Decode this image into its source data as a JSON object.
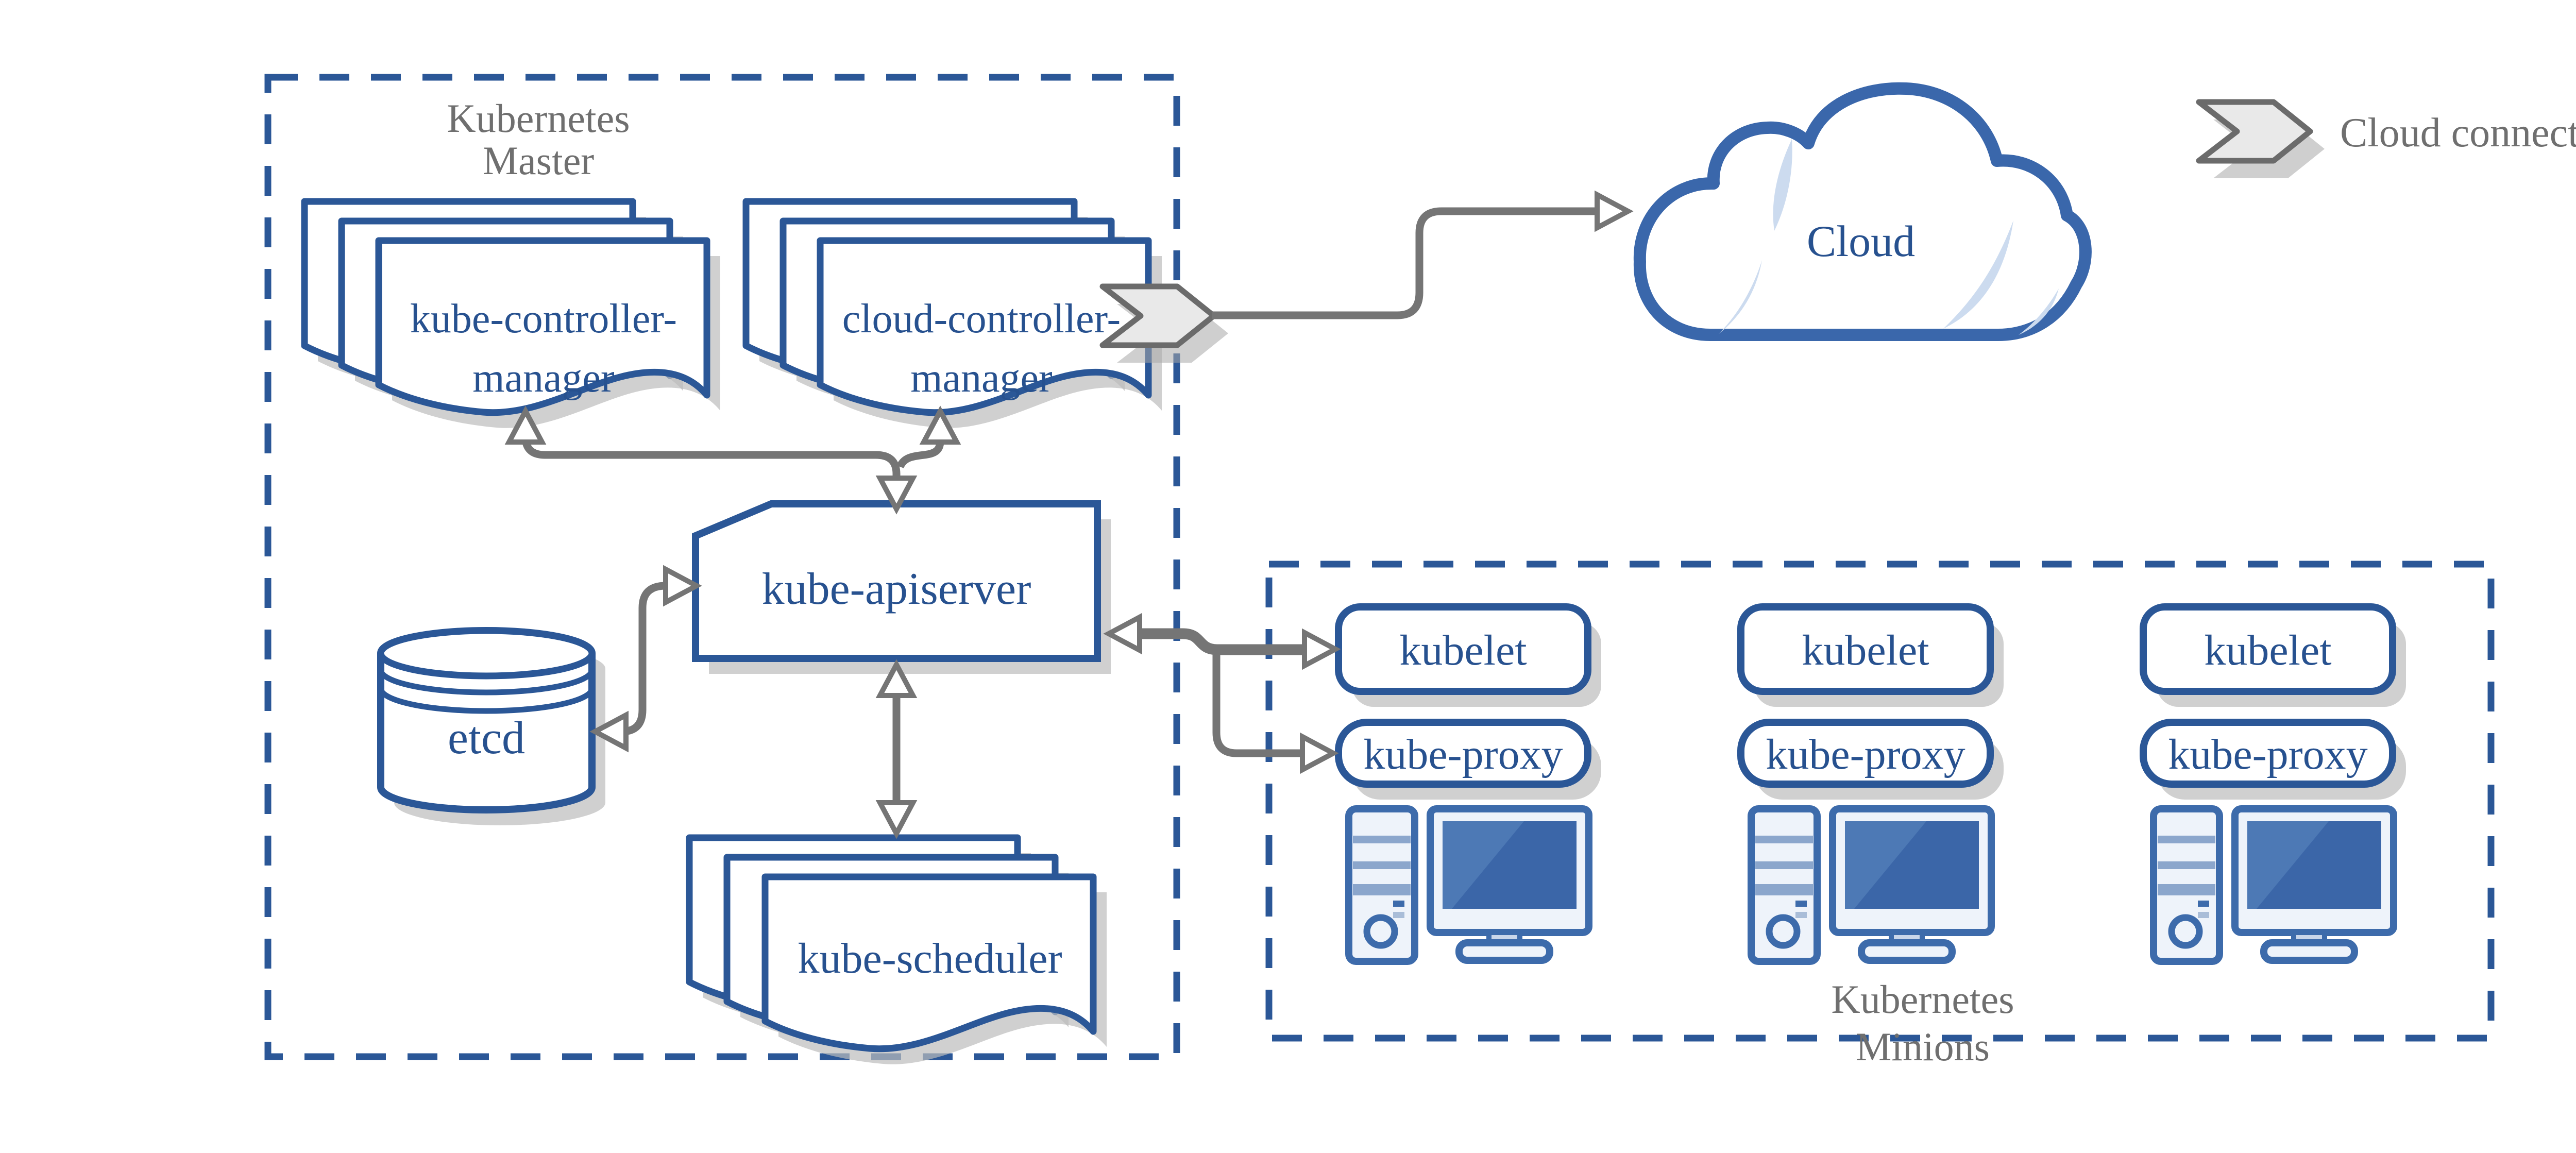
{
  "master": {
    "label": [
      "Kubernetes",
      "Master"
    ]
  },
  "minions": {
    "label": [
      "Kubernetes",
      "Minions"
    ],
    "columns": [
      {
        "kubelet": "kubelet",
        "kube_proxy": "kube-proxy"
      },
      {
        "kubelet": "kubelet",
        "kube_proxy": "kube-proxy"
      },
      {
        "kubelet": "kubelet",
        "kube_proxy": "kube-proxy"
      }
    ]
  },
  "nodes": {
    "kube_controller_manager": {
      "lines": [
        "kube-controller-",
        "manager"
      ]
    },
    "cloud_controller_manager": {
      "lines": [
        "cloud-controller-",
        "manager"
      ]
    },
    "kube_apiserver": {
      "label": "kube-apiserver"
    },
    "etcd": {
      "label": "etcd"
    },
    "kube_scheduler": {
      "label": "kube-scheduler"
    },
    "cloud": {
      "label": "Cloud"
    }
  },
  "legend": {
    "cloud_connector": "Cloud connector"
  },
  "colors": {
    "node_border_blue": "#2b5797",
    "text_blue": "#27518f",
    "label_gray": "#6f6f6f",
    "arrow_gray": "#757575",
    "shadow_gray": "#bcbcbc",
    "cloud_border_blue": "#3a67ab",
    "cloud_shine_blue": "#ccdbef",
    "computer_blue": "#3d6bab",
    "computer_light": "#eef3fa",
    "screen_blue": "#3b66a8",
    "chevron_fill": "#e9e9e9",
    "chevron_border": "#6b6b6b",
    "background": "#ffffff"
  }
}
